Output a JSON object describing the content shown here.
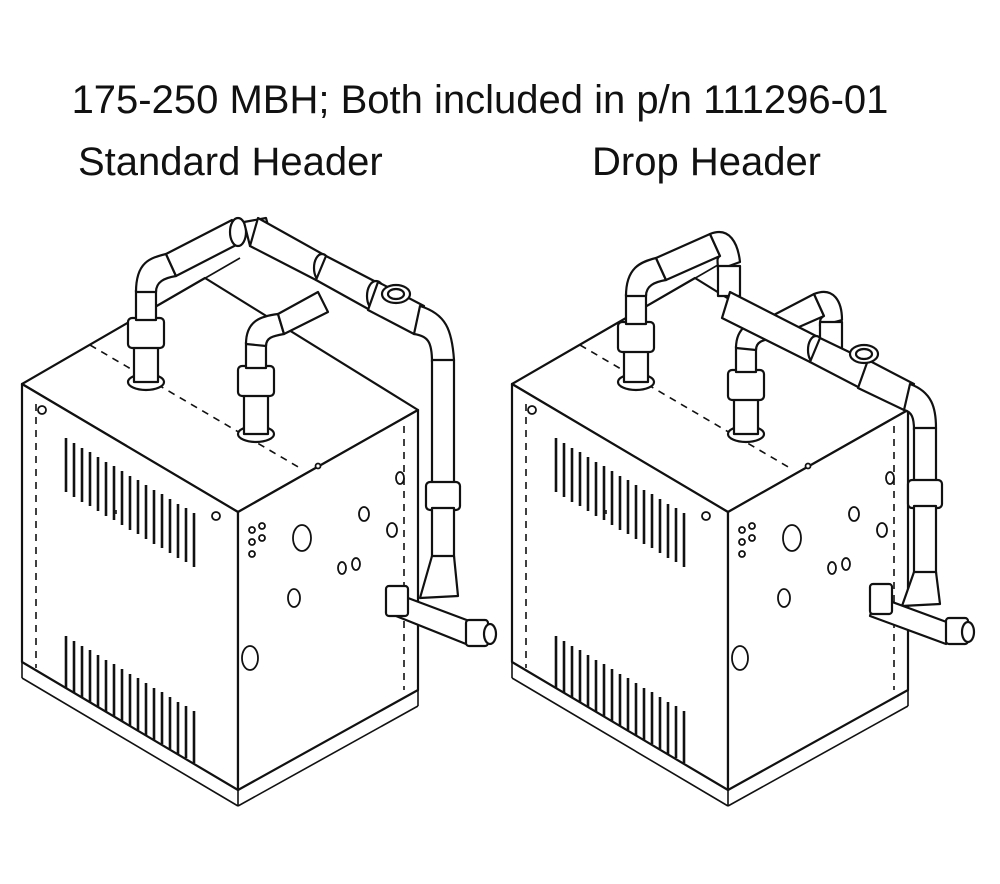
{
  "title": "175-250 MBH; Both included in p/n 111296-01",
  "labels": {
    "standard": "Standard Header",
    "drop": "Drop Header"
  },
  "colors": {
    "line": "#111111",
    "background": "#ffffff"
  }
}
